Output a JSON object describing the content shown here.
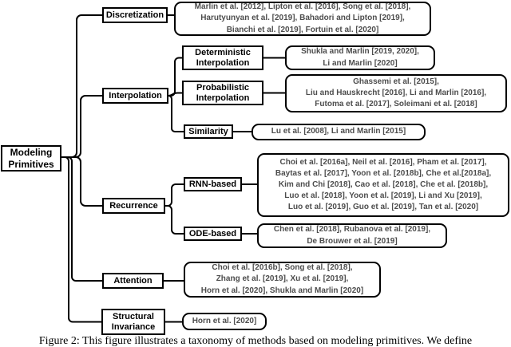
{
  "figure": {
    "caption": "Figure 2: This figure illustrates a taxonomy of methods based on modeling primitives. We define"
  },
  "colors": {
    "line": "#000000",
    "node_text": "#000000",
    "citation_text": "#4d4d4d",
    "box_fill": "#ffffff",
    "background": "#ffffff"
  },
  "nodes": {
    "root_line1": "Modeling",
    "root_line2": "Primitives",
    "discretization": "Discretization",
    "interpolation": "Interpolation",
    "deterministic_line1": "Deterministic",
    "deterministic_line2": "Interpolation",
    "probabilistic_line1": "Probabilistic",
    "probabilistic_line2": "Interpolation",
    "similarity": "Similarity",
    "recurrence": "Recurrence",
    "rnn": "RNN-based",
    "ode": "ODE-based",
    "attention": "Attention",
    "structural_line1": "Structural",
    "structural_line2": "Invariance"
  },
  "cites": {
    "discretization": {
      "lines": [
        "Marlin et al. [2012], Lipton et al. [2016], Song et al. [2018],",
        "Harutyunyan et al. [2019],  Bahadori and Lipton [2019],",
        "Bianchi et al. [2019], Fortuin et al. [2020]"
      ]
    },
    "deterministic": {
      "lines": [
        "Shukla and Marlin [2019, 2020],",
        "Li and Marlin [2020]"
      ]
    },
    "probabilistic": {
      "lines": [
        "Ghassemi et al. [2015],",
        "Liu and Hauskrecht [2016], Li and Marlin [2016],",
        "Futoma et al. [2017], Soleimani et al. [2018]"
      ]
    },
    "similarity": {
      "lines": [
        "Lu et al. [2008], Li and Marlin [2015]"
      ]
    },
    "rnn": {
      "lines": [
        "Choi et al. [2016a], Neil et al. [2016], Pham et al. [2017],",
        "Baytas et al. [2017], Yoon et al. [2018b], Che et al.[2018a],",
        "Kim and Chi [2018], Cao et al. [2018], Che et al. [2018b],",
        "Luo et al. [2018], Yoon et al. [2019], Li and Xu [2019],",
        "Luo et al. [2019], Guo et al. [2019], Tan et al. [2020]"
      ]
    },
    "ode": {
      "lines": [
        "Chen et al. [2018], Rubanova et al. [2019],",
        "De Brouwer et al. [2019]"
      ]
    },
    "attention": {
      "lines": [
        "Choi et al. [2016b], Song et al. [2018],",
        "Zhang et al. [2019], Xu et al. [2019],",
        "Horn et al. [2020], Shukla and Marlin [2020]"
      ]
    },
    "structural": {
      "lines": [
        "Horn et al. [2020]"
      ]
    }
  }
}
